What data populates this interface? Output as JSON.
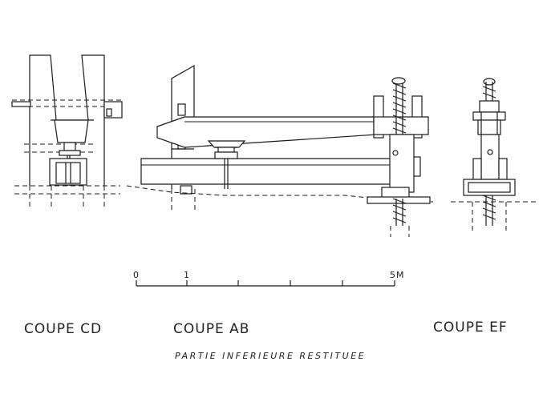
{
  "labels": {
    "coupe_cd": "COUPE CD",
    "coupe_ab": "COUPE AB",
    "coupe_ef": "COUPE EF",
    "subtitle": "PARTIE INFERIEURE RESTITUEE"
  },
  "scale_bar": {
    "tick_0": "0",
    "tick_1": "1",
    "tick_5": "5M"
  }
}
